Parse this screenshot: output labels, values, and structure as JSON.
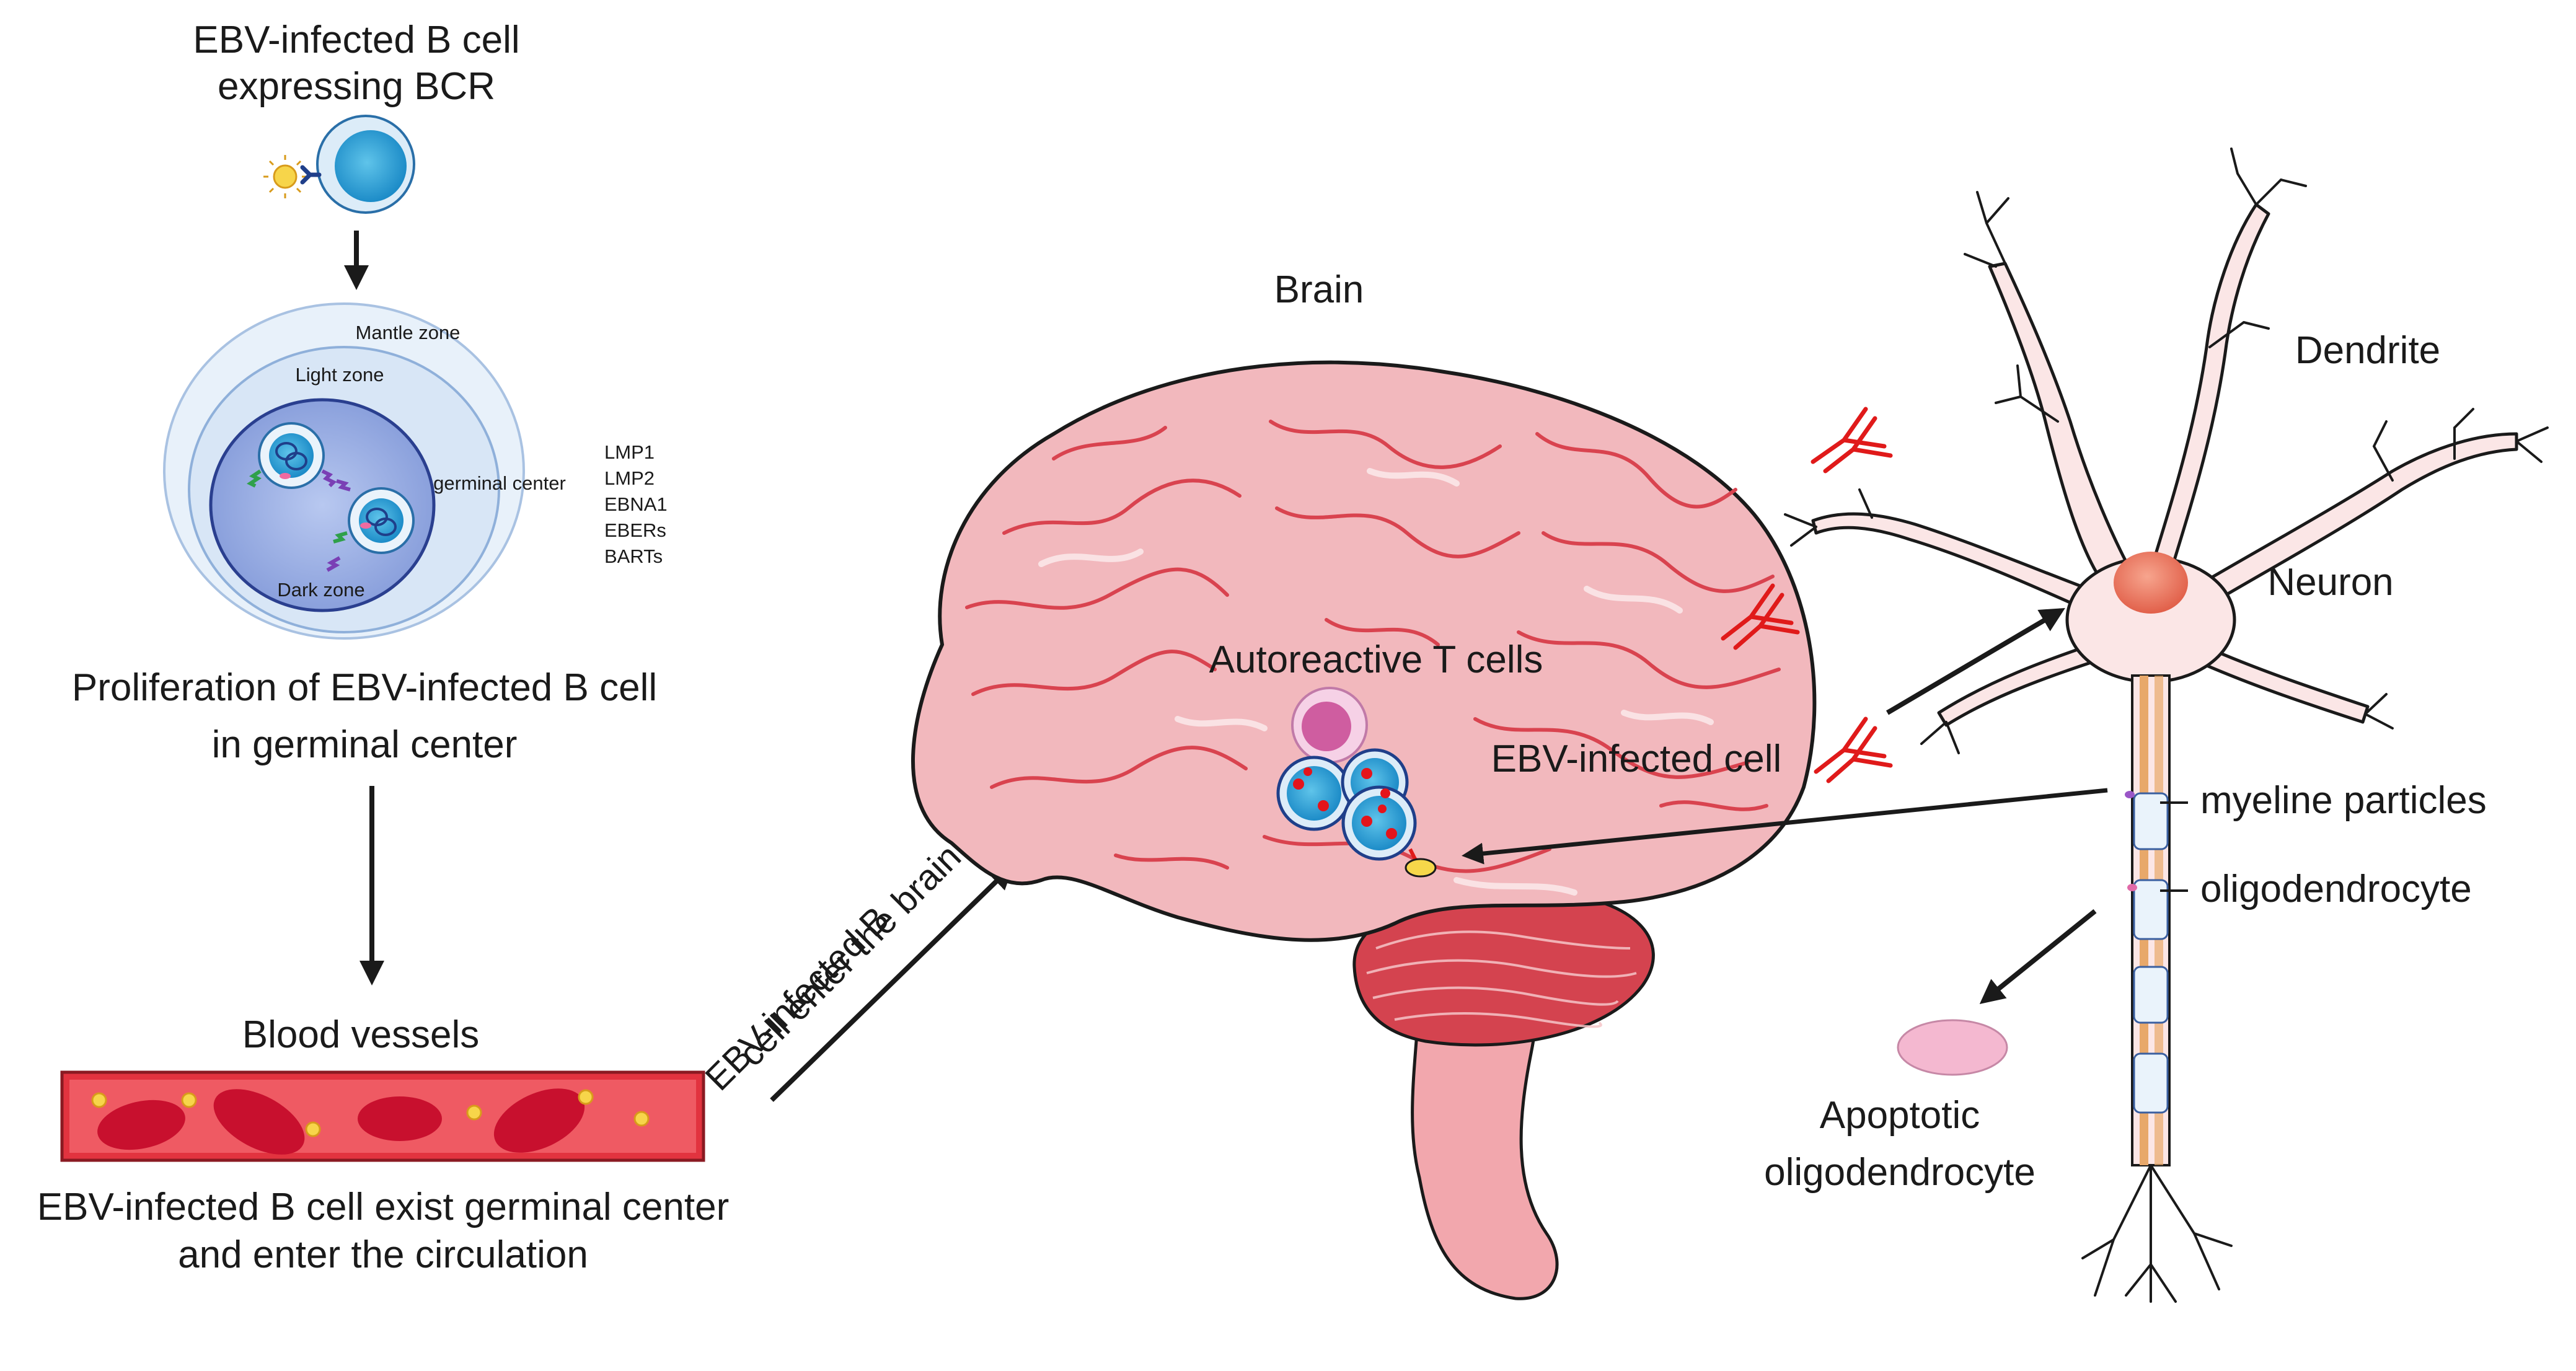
{
  "left_panel": {
    "infected_cell_title_line1": "EBV-infected B cell",
    "infected_cell_title_line2": "expressing BCR",
    "gc_zones": {
      "mantle": "Mantle zone",
      "light": "Light zone",
      "germinal_center": "germinal center",
      "dark": "Dark zone"
    },
    "viral_products": [
      "LMP1",
      "LMP2",
      "EBNA1",
      "EBERs",
      "BARTs"
    ],
    "proliferation_line1": "Proliferation of EBV-infected B cell",
    "proliferation_line2": "in germinal center",
    "blood_vessels": "Blood vessels",
    "circulation_line1": "EBV-infected B cell exist germinal center",
    "circulation_line2": "and enter the circulation"
  },
  "middle_panel": {
    "enter_brain_line1": "EBV-infected B",
    "enter_brain_line2": "cell enter the brain",
    "brain_title": "Brain",
    "autoreactive_label": "Autoreactive T cells",
    "ebv_cell_label": "EBV-infected cell"
  },
  "right_panel": {
    "dendrite": "Dendrite",
    "neuron": "Neuron",
    "myeline": "myeline particles",
    "oligodendrocyte": "oligodendrocyte",
    "apoptotic_line1": "Apoptotic",
    "apoptotic_line2": "oligodendrocyte"
  },
  "colors": {
    "brain_fill": "#f2b8bd",
    "brain_vessel": "#d9434f",
    "cerebellum": "#d4434f",
    "blood_vessel": "#e2333f",
    "red_cell": "#c8102e",
    "neuron_fill": "#fbe6e6",
    "axon": "#e8a86a",
    "germinal_center": "#97abe0",
    "antibody": "#e01a1a",
    "apoptotic": "#f4b8d0"
  }
}
